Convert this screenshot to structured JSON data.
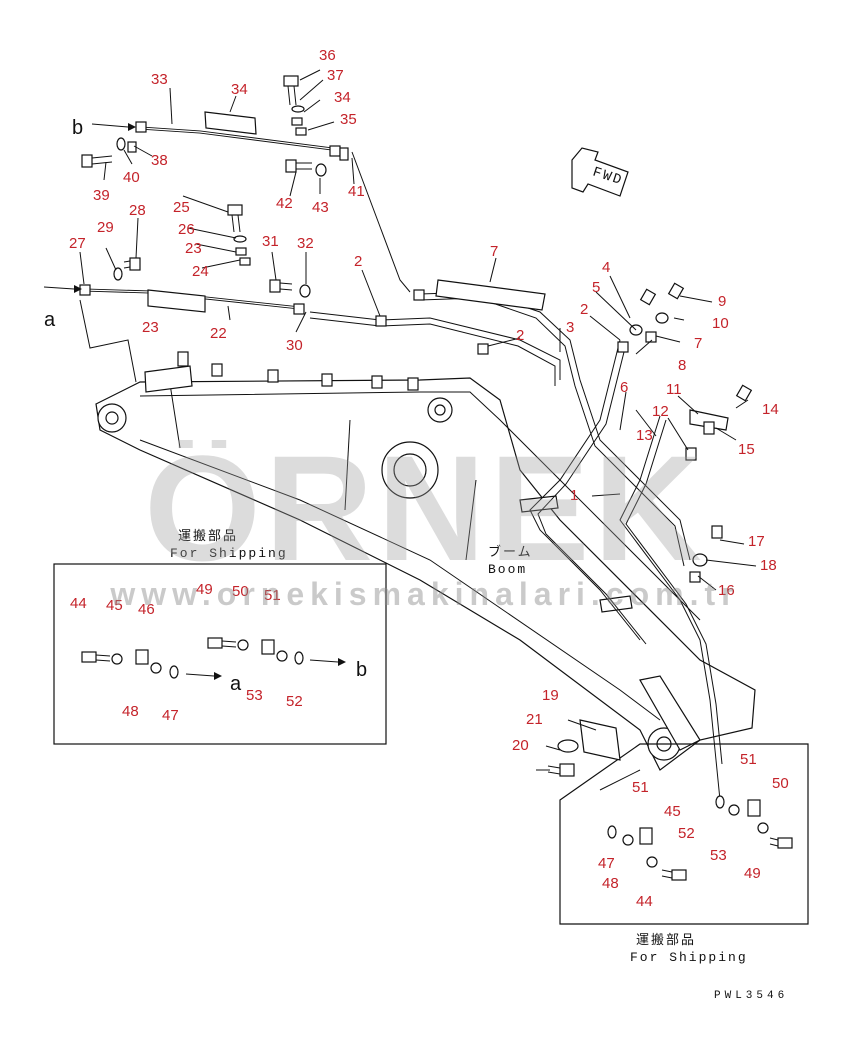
{
  "watermark": {
    "brand": "ÖRNEK",
    "url": "www.ornekismakinalari.com.tr"
  },
  "fwd_label": "FWD",
  "boom_label_jp": "ブーム",
  "boom_label": "Boom",
  "shipping_left": {
    "jp": "運搬部品",
    "en": "For Shipping"
  },
  "shipping_right": {
    "jp": "運搬部品",
    "en": "For Shipping"
  },
  "letters": {
    "a1": "a",
    "b1": "b",
    "a2": "a",
    "b2": "b"
  },
  "drawing_code": "PWL3546",
  "callouts": [
    "36",
    "37",
    "34",
    "35",
    "33",
    "34",
    "38",
    "39",
    "40",
    "41",
    "42",
    "43",
    "25",
    "26",
    "28",
    "29",
    "27",
    "23",
    "24",
    "31",
    "32",
    "23",
    "22",
    "30",
    "2",
    "7",
    "4",
    "5",
    "9",
    "2",
    "10",
    "3",
    "2",
    "7",
    "8",
    "6",
    "11",
    "14",
    "12",
    "13",
    "15",
    "1",
    "17",
    "18",
    "16",
    "44",
    "45",
    "46",
    "49",
    "50",
    "51",
    "48",
    "47",
    "53",
    "52",
    "19",
    "21",
    "20",
    "51",
    "50",
    "51",
    "45",
    "52",
    "53",
    "47",
    "48",
    "44",
    "49"
  ]
}
